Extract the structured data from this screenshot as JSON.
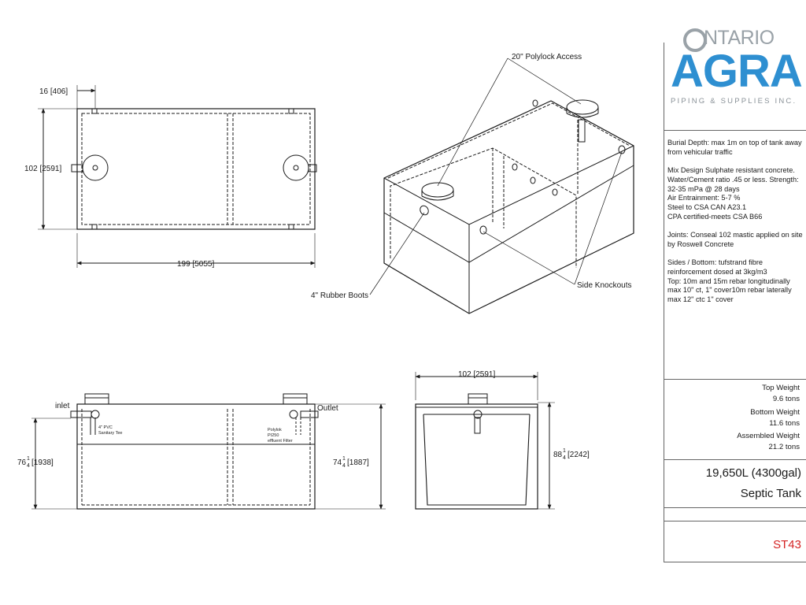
{
  "brand": {
    "line1": "NTARIO",
    "line2": "AGRA",
    "line3": "PIPING & SUPPLIES INC.",
    "color_primary": "#2e8fd1",
    "color_secondary": "#9aa2a8"
  },
  "notes": {
    "burial": "Burial Depth: max 1m on top of tank away from vehicular traffic",
    "mix": "Mix Design Sulphate resistant concrete. Water/Cement ratio .45 or less. Strength: 32-35 mPa @ 28 days",
    "air": "Air Entrainment: 5-7 %",
    "steel": "Steel to CSA CAN A23.1",
    "cpa": "CPA certified-meets CSA B66",
    "joints": "Joints: Conseal 102 mastic applied on site by Roswell Concrete",
    "sides": "Sides / Bottom: tufstrand fibre reinforcement dosed at 3kg/m3",
    "top": "Top: 10m and 15m rebar longitudinally max 10\" ct, 1\" cover10m rebar laterally max 12\" ctc 1\" cover"
  },
  "weights": {
    "top_label": "Top Weight",
    "top_value": "9.6 tons",
    "bottom_label": "Bottom Weight",
    "bottom_value": "11.6 tons",
    "assembled_label": "Assembled Weight",
    "assembled_value": "21.2 tons"
  },
  "title": {
    "capacity": "19,650L (4300gal)",
    "name": "Septic Tank",
    "code": "ST43",
    "code_color": "#d42222"
  },
  "dims": {
    "top_offset": "16 [406]",
    "width": "102 [2591]",
    "length": "199 [5055]",
    "end_width": "102 [2591]",
    "side_h_whole": "76",
    "side_h_mm": "[1938]",
    "inner_h_whole": "74",
    "inner_h_mm": "[1887]",
    "end_h_whole": "88",
    "end_h_mm": "[2242]",
    "frac_num": "1",
    "frac_den": "4"
  },
  "callouts": {
    "polylock": "20\" Polylock Access",
    "boots": "4\" Rubber Boots",
    "knockouts": "Side Knockouts",
    "inlet": "inlet",
    "outlet": "Outlet",
    "pvc1": "4\" PVC",
    "pvc2": "Sanitary Tee",
    "filter1": "Polylok",
    "filter2": "PI250",
    "filter3": "effluent Filter"
  }
}
